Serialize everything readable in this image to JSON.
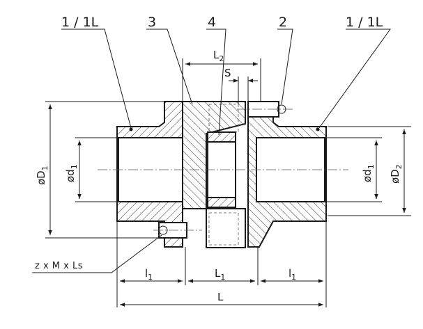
{
  "callouts": {
    "hub_left": "1 / 1L",
    "flange": "3",
    "spider": "4",
    "screw": "2",
    "hub_right": "1 / 1L"
  },
  "dimensions": {
    "outer_diameter": {
      "base": "øD",
      "sub": "1"
    },
    "bore_left": {
      "base": "ød",
      "sub": "1"
    },
    "bore_right": {
      "base": "ød",
      "sub": "1"
    },
    "hub_diameter": {
      "base": "øD",
      "sub": "2"
    },
    "flange_length": {
      "base": "L",
      "sub": "2"
    },
    "gap": "S",
    "hub_length_left": {
      "base": "l",
      "sub": "1"
    },
    "center_length": {
      "base": "L",
      "sub": "1"
    },
    "hub_length_right": {
      "base": "l",
      "sub": "1"
    },
    "total_length": "L"
  },
  "notes": {
    "screws": "z x M x Ls"
  }
}
